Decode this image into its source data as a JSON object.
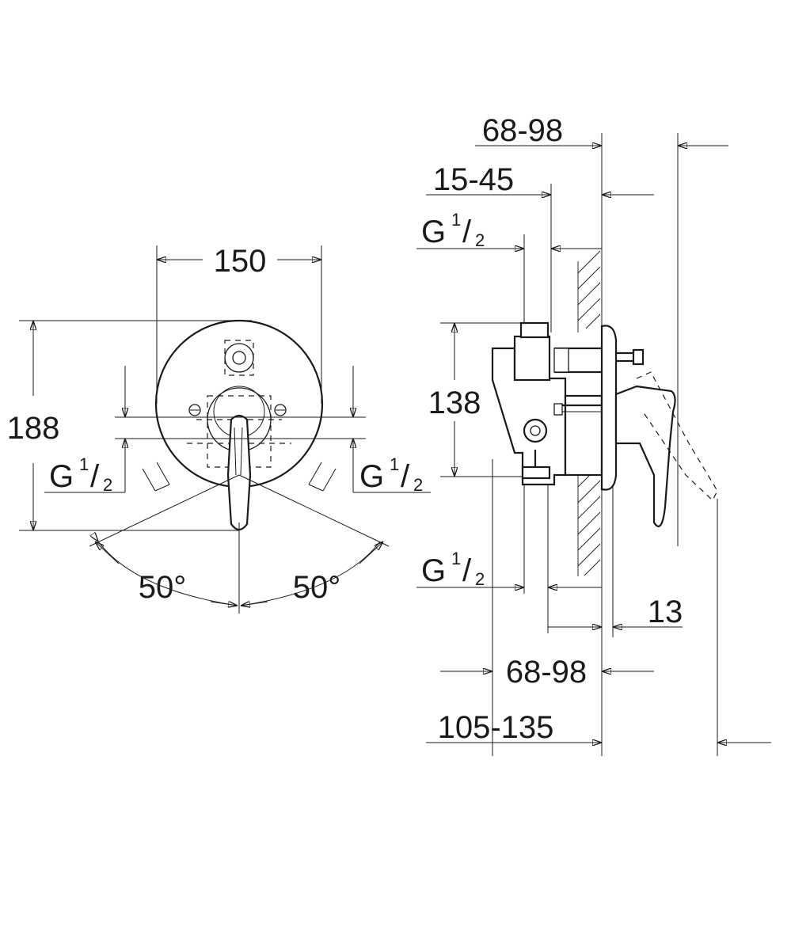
{
  "front_view": {
    "width_label": "150",
    "height_label": "188",
    "thread_left": {
      "letter": "G",
      "num": "1",
      "den": "2"
    },
    "thread_right": {
      "letter": "G",
      "num": "1",
      "den": "2"
    },
    "angle_left": "50°",
    "angle_right": "50°"
  },
  "side_view": {
    "dim_top_1": "68-98",
    "dim_top_2": "15-45",
    "thread_top": {
      "letter": "G",
      "num": "1",
      "den": "2"
    },
    "height_label": "138",
    "thread_bottom": {
      "letter": "G",
      "num": "1",
      "den": "2"
    },
    "dim_bottom_13": "13",
    "dim_bottom_1": "68-98",
    "dim_bottom_2": "105-135"
  }
}
